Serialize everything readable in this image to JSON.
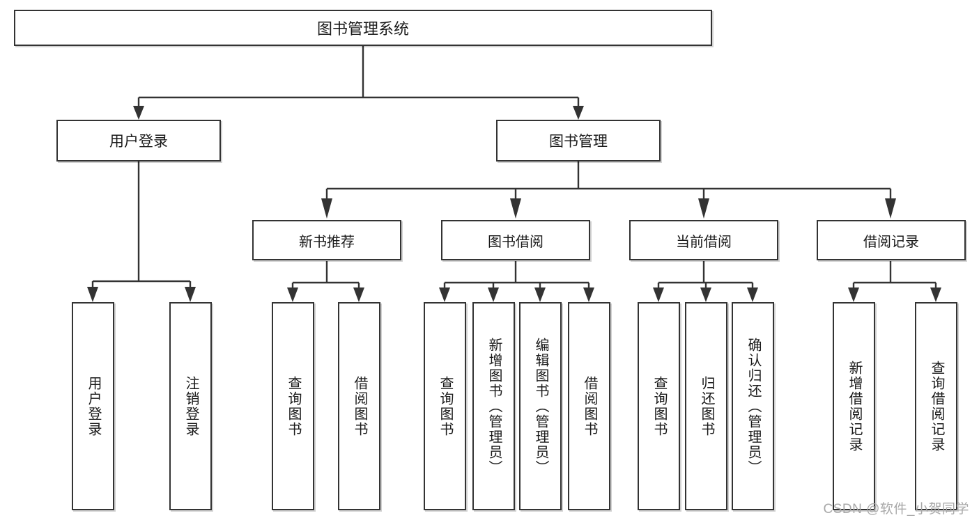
{
  "diagram": {
    "type": "tree",
    "title": "图书管理系统",
    "root": {
      "id": "root",
      "label": "图书管理系统"
    },
    "level2": [
      {
        "id": "user-login",
        "label": "用户登录"
      },
      {
        "id": "book-management",
        "label": "图书管理"
      }
    ],
    "level3": [
      {
        "id": "new-book-recommend",
        "label": "新书推荐",
        "parent": "book-management"
      },
      {
        "id": "book-borrow",
        "label": "图书借阅",
        "parent": "book-management"
      },
      {
        "id": "current-borrow",
        "label": "当前借阅",
        "parent": "book-management"
      },
      {
        "id": "borrow-record",
        "label": "借阅记录",
        "parent": "book-management"
      }
    ],
    "leaves": [
      {
        "id": "leaf-user-login",
        "label": "用户登录",
        "parent": "user-login"
      },
      {
        "id": "leaf-logout-login",
        "label": "注销登录",
        "parent": "user-login"
      },
      {
        "id": "leaf-query-book-1",
        "label": "查询图书",
        "parent": "new-book-recommend"
      },
      {
        "id": "leaf-borrow-book-1",
        "label": "借阅图书",
        "parent": "new-book-recommend"
      },
      {
        "id": "leaf-query-book-2",
        "label": "查询图书",
        "parent": "book-borrow"
      },
      {
        "id": "leaf-add-book-admin",
        "label": "新增图书（管理员）",
        "parent": "book-borrow"
      },
      {
        "id": "leaf-edit-book-admin",
        "label": "编辑图书（管理员）",
        "parent": "book-borrow"
      },
      {
        "id": "leaf-borrow-book-2",
        "label": "借阅图书",
        "parent": "book-borrow"
      },
      {
        "id": "leaf-query-book-3",
        "label": "查询图书",
        "parent": "current-borrow"
      },
      {
        "id": "leaf-return-book",
        "label": "归还图书",
        "parent": "current-borrow"
      },
      {
        "id": "leaf-confirm-return-admin",
        "label": "确认归还（管理员）",
        "parent": "current-borrow"
      },
      {
        "id": "leaf-add-borrow-record",
        "label": "新增借阅记录",
        "parent": "borrow-record"
      },
      {
        "id": "leaf-query-borrow-record",
        "label": "查询借阅记录",
        "parent": "borrow-record"
      }
    ]
  },
  "watermark": {
    "text": "CSDN @软件_小贺同学"
  },
  "colors": {
    "stroke": "#333333",
    "background": "#ffffff",
    "text": "#1a1a1a",
    "watermark": "#a8a8a8"
  }
}
